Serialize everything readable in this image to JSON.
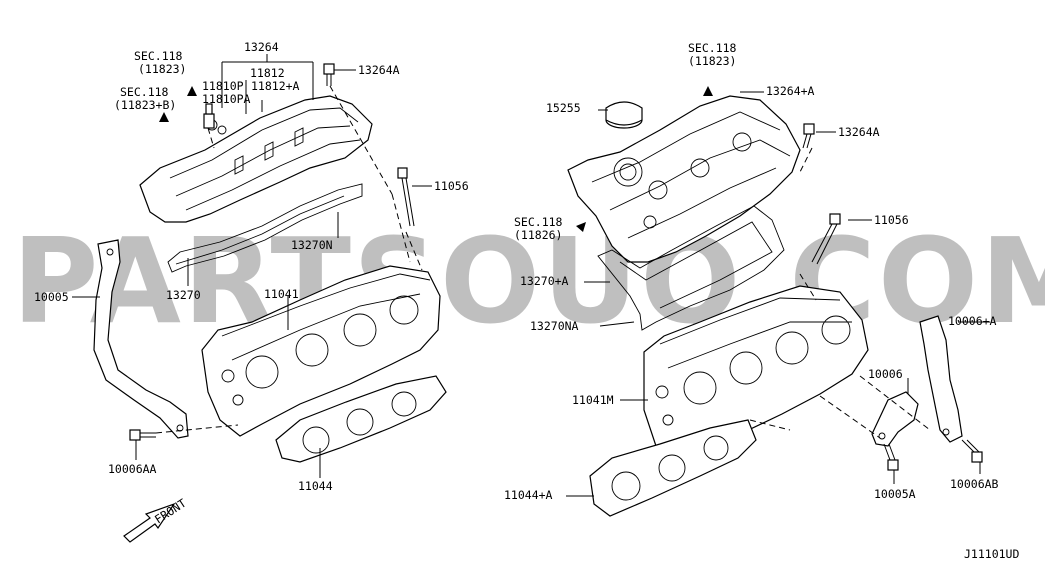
{
  "watermark": "PARTSOUQ.COM",
  "diagram_code": "J11101UD",
  "front_label": "FRONT",
  "callouts": {
    "sec118_11823_left_a": {
      "line1": "SEC.118",
      "line2": "(11823)"
    },
    "sec118_11823b_left": {
      "line1": "SEC.118",
      "line2": "(11823+B)"
    },
    "p13264": "13264",
    "p11812": "11812",
    "p11810p": "11810P",
    "p11812a": "11812+A",
    "p11810pa": "11810PA",
    "p13264a_left": "13264A",
    "p11056_left": "11056",
    "p13270n": "13270N",
    "p13270": "13270",
    "p10005": "10005",
    "p11041": "11041",
    "p10006aa": "10006AA",
    "p11044": "11044",
    "sec118_11823_right": {
      "line1": "SEC.118",
      "line2": "(11823)"
    },
    "p13264a_plus": "13264+A",
    "p15255": "15255",
    "p13264a_right": "13264A",
    "sec118_11826": {
      "line1": "SEC.118",
      "line2": "(11826)"
    },
    "p11056_right": "11056",
    "p13270a": "13270+A",
    "p13270na": "13270NA",
    "p11041m": "11041M",
    "p10006a": "10006+A",
    "p10006": "10006",
    "p11044a": "11044+A",
    "p10005a": "10005A",
    "p10006ab": "10006AB"
  }
}
